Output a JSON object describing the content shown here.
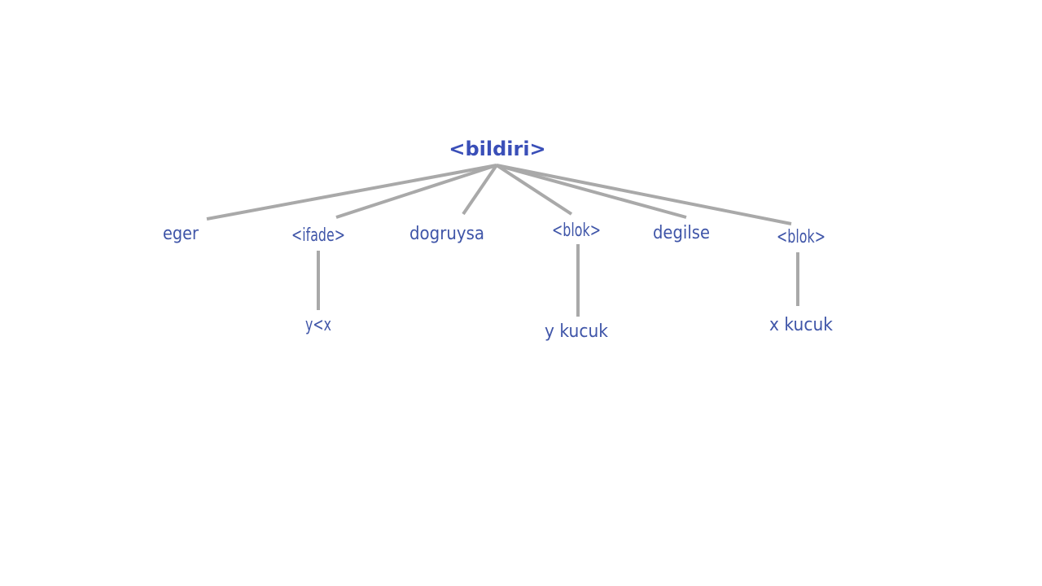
{
  "colors": {
    "root_text": "#3a4fb8",
    "node_text": "#3f55a8",
    "edge": "#a9a9a9",
    "background": "#ffffff"
  },
  "tree": {
    "root": {
      "label": "<bildiri>"
    },
    "children": [
      {
        "label": "eger"
      },
      {
        "label": "<ifade>",
        "child": {
          "label": "y<x"
        }
      },
      {
        "label": "dogruysa"
      },
      {
        "label": "<blok>",
        "child": {
          "label": "y kucuk"
        }
      },
      {
        "label": "degilse"
      },
      {
        "label": "<blok>",
        "child": {
          "label": "x kucuk"
        }
      }
    ]
  }
}
